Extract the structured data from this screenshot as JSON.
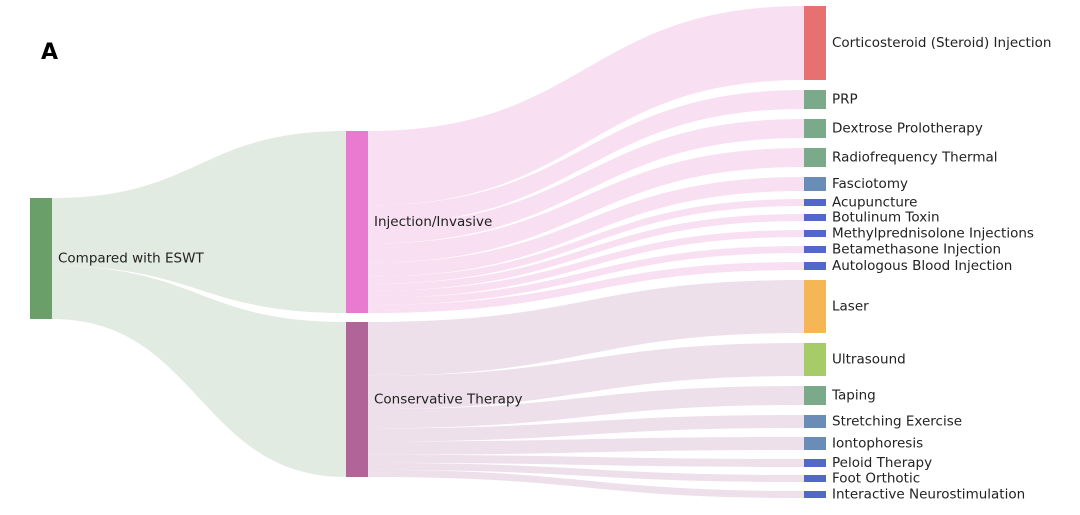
{
  "panel_label": "A",
  "sankey": {
    "source": {
      "label": "Compared with ESWT",
      "color": "#6a9f6a"
    },
    "groups": [
      {
        "label": "Injection/Invasive",
        "color": "#e87bcf",
        "link_color": "#f8e0f2",
        "targets": [
          {
            "label": "Corticosteroid (Steroid) Injection",
            "color": "#e77070"
          },
          {
            "label": "PRP",
            "color": "#7aaa8a"
          },
          {
            "label": "Dextrose Prolotherapy",
            "color": "#7aaa8a"
          },
          {
            "label": "Radiofrequency Thermal",
            "color": "#7aaa8a"
          },
          {
            "label": "Fasciotomy",
            "color": "#6a8db8"
          },
          {
            "label": "Acupuncture",
            "color": "#5268c8"
          },
          {
            "label": "Botulinum Toxin",
            "color": "#5268c8"
          },
          {
            "label": "Methylprednisolone Injections",
            "color": "#5268c8"
          },
          {
            "label": "Betamethasone Injection",
            "color": "#5268c8"
          },
          {
            "label": "Autologous Blood Injection",
            "color": "#5268c8"
          }
        ]
      },
      {
        "label": "Conservative Therapy",
        "color": "#b06498",
        "link_color": "#ede0ea",
        "targets": [
          {
            "label": "Laser",
            "color": "#f5b755"
          },
          {
            "label": "Ultrasound",
            "color": "#a5cc68"
          },
          {
            "label": "Taping",
            "color": "#7aaa8a"
          },
          {
            "label": "Stretching Exercise",
            "color": "#6a8db8"
          },
          {
            "label": "Iontophoresis",
            "color": "#6a8db8"
          },
          {
            "label": "Peloid Therapy",
            "color": "#5268c8"
          },
          {
            "label": "Foot Orthotic",
            "color": "#5268c8"
          },
          {
            "label": "Interactive Neurostimulation",
            "color": "#5268c8"
          }
        ]
      }
    ],
    "source_link_color": "#e2ebe2"
  }
}
